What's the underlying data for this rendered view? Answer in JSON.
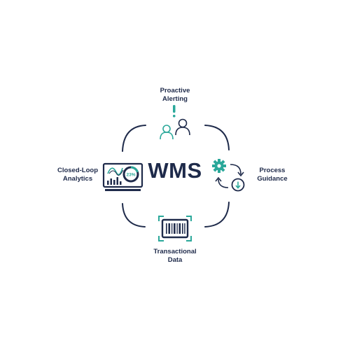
{
  "center": {
    "title": "WMS"
  },
  "nodes": {
    "top": {
      "line1": "Proactive",
      "line2": "Alerting",
      "icon": "users-alert-icon"
    },
    "right": {
      "line1": "Process",
      "line2": "Guidance",
      "icon": "gear-cycle-icon"
    },
    "bottom": {
      "line1": "Transactional",
      "line2": "Data",
      "icon": "barcode-scan-icon"
    },
    "left": {
      "line1": "Closed-Loop",
      "line2": "Analytics",
      "icon": "dashboard-monitor-icon"
    }
  },
  "monitor": {
    "gauge_text": "23%"
  },
  "colors": {
    "navy": "#1e2a4a",
    "teal": "#2aa89a"
  }
}
